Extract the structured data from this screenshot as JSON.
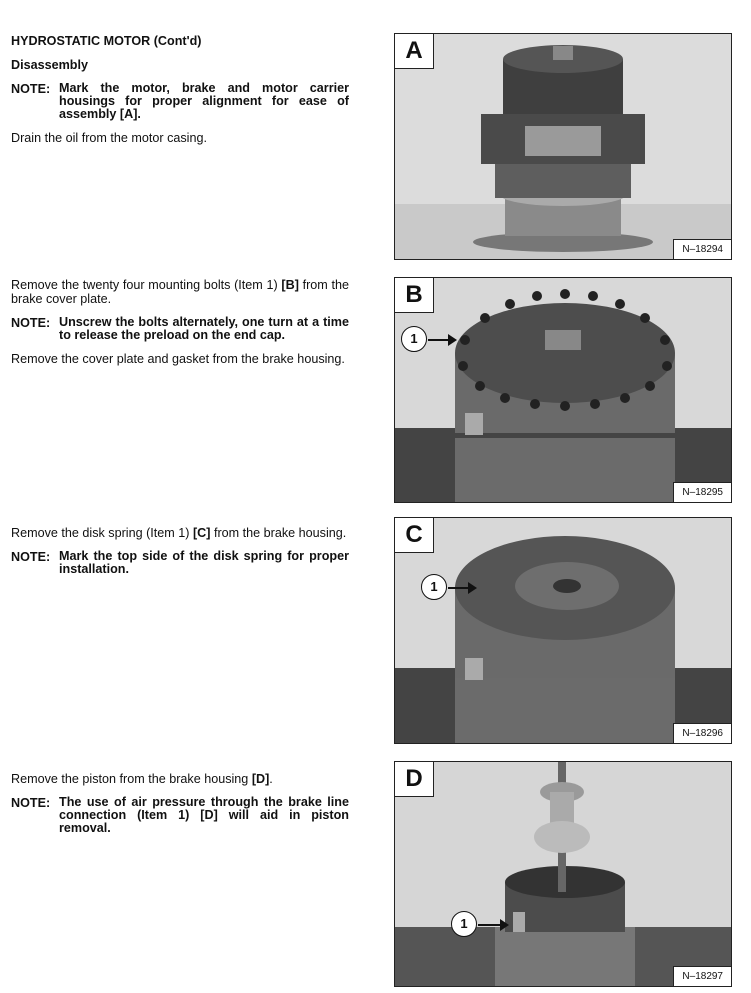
{
  "heading": {
    "title": "HYDROSTATIC MOTOR (Cont'd)",
    "subtitle": "Disassembly"
  },
  "steps": [
    {
      "note_label": "NOTE:",
      "note_text": "Mark the motor, brake and motor carrier housings for proper alignment for ease of assembly [A].",
      "instruction": "Drain the oil from the motor casing."
    },
    {
      "instruction_pre": "Remove the twenty four mounting bolts (Item 1) ",
      "instruction_ref": "[B]",
      "instruction_post": " from the brake cover plate.",
      "note_label": "NOTE:",
      "note_text": "Unscrew the bolts alternately, one turn at a time to release the preload on the end cap.",
      "instruction2": "Remove the cover plate and gasket from the brake housing."
    },
    {
      "instruction_pre": "Remove the disk spring (Item 1) ",
      "instruction_ref": "[C]",
      "instruction_post": " from the brake housing.",
      "note_label": "NOTE:",
      "note_text": "Mark the top side of the disk spring for proper installation."
    },
    {
      "instruction_pre": "Remove the piston from the brake housing ",
      "instruction_ref": "[D]",
      "instruction_post": ".",
      "note_label": "NOTE:",
      "note_text": "The use of air pressure through the brake line connection (Item 1) [D] will aid in piston removal."
    }
  ],
  "figures": [
    {
      "letter": "A",
      "code": "N–18294",
      "callout": ""
    },
    {
      "letter": "B",
      "code": "N–18295",
      "callout": "1"
    },
    {
      "letter": "C",
      "code": "N–18296",
      "callout": "1"
    },
    {
      "letter": "D",
      "code": "N–18297",
      "callout": "1"
    }
  ]
}
